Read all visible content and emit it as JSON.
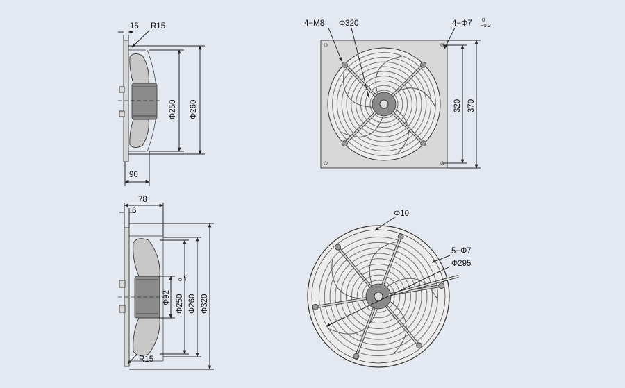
{
  "colors": {
    "background": "#e4e9f1",
    "line": "#222222",
    "guard": "#7a7a7a",
    "blade": "#cfcfcf",
    "motor": "#8a8a8a"
  },
  "top_side": {
    "d15": "15",
    "r15": "R15",
    "d250": "Φ250",
    "d260": "Φ260",
    "d90": "90"
  },
  "top_front": {
    "m8": "4−M8",
    "d320": "Φ320",
    "hole": "4−Φ7",
    "tol_up": "0",
    "tol_low": "−0.2",
    "h320": "320",
    "h370": "370"
  },
  "bottom_side": {
    "d78": "78",
    "d6": "6",
    "d92": "Φ92",
    "tol_up": "0",
    "tol_low": "−5",
    "d250": "Φ250",
    "d260": "Φ260",
    "d320": "Φ320",
    "r15": "R15"
  },
  "bottom_front": {
    "d10": "Φ10",
    "holes": "5−Φ7",
    "d295": "Φ295"
  }
}
